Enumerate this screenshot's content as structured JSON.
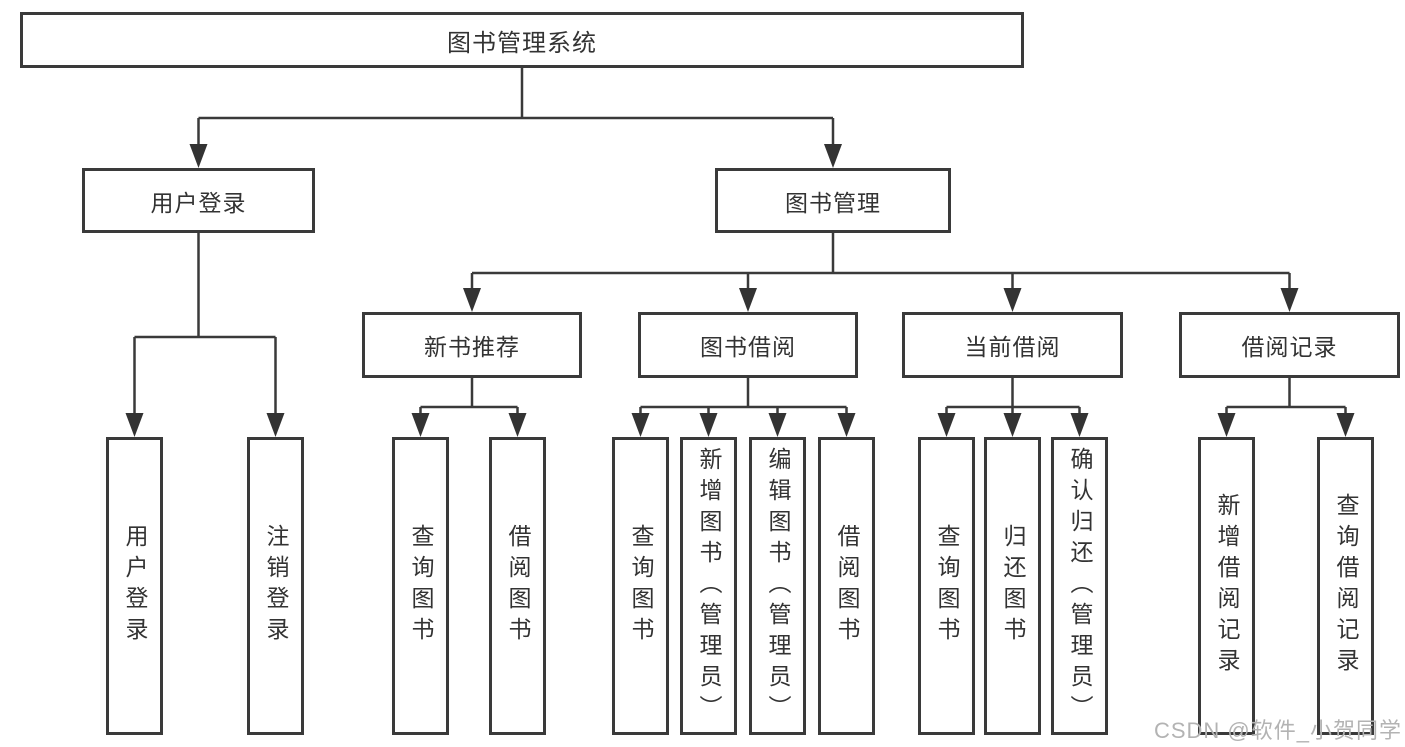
{
  "colors": {
    "line": "#3a3a3a",
    "text": "#333333",
    "background": "#ffffff",
    "watermark_text": "#b3b3b3"
  },
  "watermark": {
    "text": "CSDN @软件_小贺同学"
  },
  "tree": {
    "label": "图书管理系统",
    "children": [
      {
        "label": "用户登录",
        "children": [
          {
            "label": "用户登录"
          },
          {
            "label": "注销登录"
          }
        ]
      },
      {
        "label": "图书管理",
        "children": [
          {
            "label": "新书推荐",
            "children": [
              {
                "label": "查询图书"
              },
              {
                "label": "借阅图书"
              }
            ]
          },
          {
            "label": "图书借阅",
            "children": [
              {
                "label": "查询图书"
              },
              {
                "label": "新增图书（管理员）"
              },
              {
                "label": "编辑图书（管理员）"
              },
              {
                "label": "借阅图书"
              }
            ]
          },
          {
            "label": "当前借阅",
            "children": [
              {
                "label": "查询图书"
              },
              {
                "label": "归还图书"
              },
              {
                "label": "确认归还（管理员）"
              }
            ]
          },
          {
            "label": "借阅记录",
            "children": [
              {
                "label": "新增借阅记录"
              },
              {
                "label": "查询借阅记录"
              }
            ]
          }
        ]
      }
    ]
  }
}
